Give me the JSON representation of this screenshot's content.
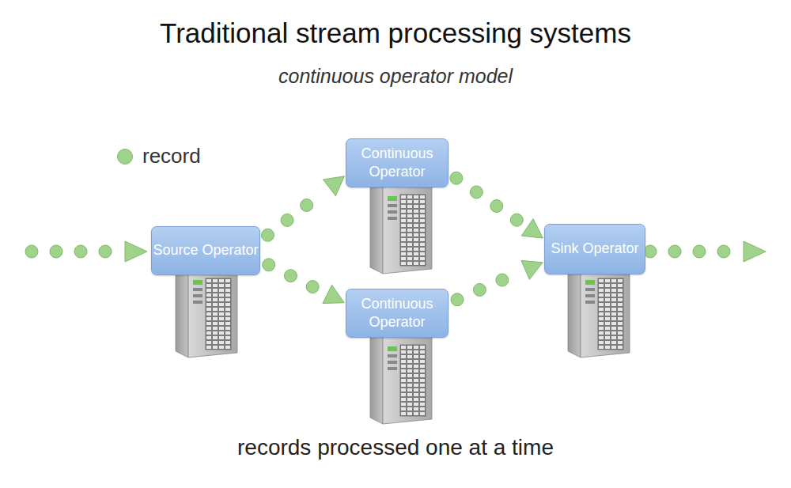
{
  "diagram": {
    "title": "Traditional stream processing systems",
    "caption": "records processed one at a time",
    "nodes": [
      {
        "text": [
          "Source Operator"
        ]
      },
      {
        "text": [
          "Continuous Operator"
        ]
      },
      {
        "text": [
          "Continuous Operator"
        ]
      },
      {
        "text": [
          "Sink Operator"
        ]
      }
    ],
    "edges": [
      {
        "from": 0,
        "to": 1,
        "arrow": "to"
      },
      {
        "from": 0,
        "to": 2,
        "arrow": "to"
      },
      {
        "from": 1,
        "to": 3,
        "arrow": "to"
      },
      {
        "from": 2,
        "to": 3,
        "arrow": "to"
      }
    ],
    "labels": [
      "continuous operator model"
    ],
    "legend": [
      {
        "text": "record",
        "color": "#9fd28a"
      }
    ]
  }
}
